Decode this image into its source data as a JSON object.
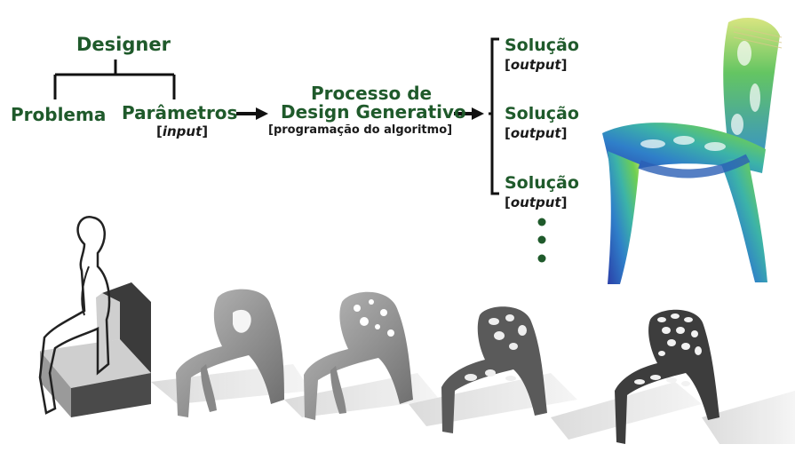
{
  "diagram": {
    "designer": "Designer",
    "problema": "Problema",
    "parametros": "Parâmetros",
    "input_word": "input",
    "processo_line1": "Processo de",
    "processo_line2": "Design Generativo",
    "processo_sub": "[programação do algoritmo]",
    "solucao_label": "Solução",
    "output_word": "output"
  },
  "colors": {
    "title_green": "#1f5a2b",
    "text_dark": "#1a1a1a",
    "gradient_blue": "#2b4fb0",
    "gradient_green": "#5fc24a"
  }
}
